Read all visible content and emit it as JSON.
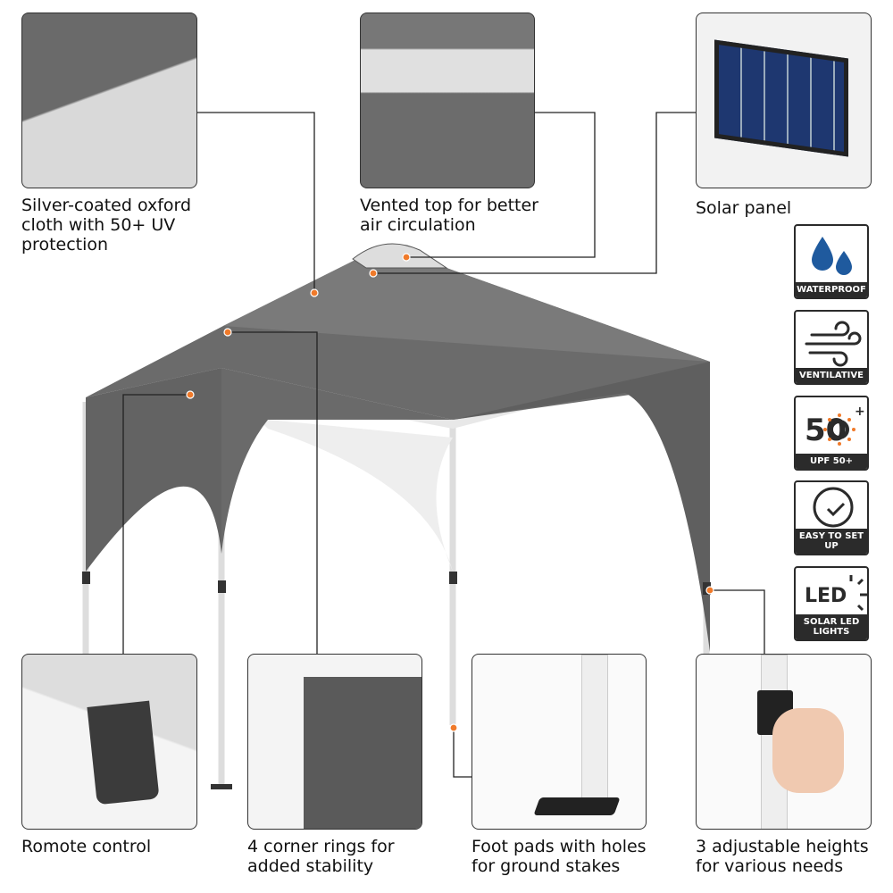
{
  "features": [
    {
      "id": "fabric",
      "caption": "Silver-coated oxford cloth with 50+ UV protection"
    },
    {
      "id": "vent",
      "caption": "Vented top for better air circulation"
    },
    {
      "id": "solar",
      "caption": "Solar panel"
    },
    {
      "id": "remote",
      "caption": "Romote control"
    },
    {
      "id": "rings",
      "caption": "4 corner rings for added stability"
    },
    {
      "id": "footpads",
      "caption": "Foot pads with holes for ground stakes"
    },
    {
      "id": "heights",
      "caption": "3 adjustable heights for various needs"
    }
  ],
  "badges": [
    {
      "icon": "water-drops-icon",
      "label": "WATERPROOF"
    },
    {
      "icon": "wind-icon",
      "label": "VENTILATIVE"
    },
    {
      "icon": "upf-sun-icon",
      "label": "UPF 50+",
      "icon_text": "50"
    },
    {
      "icon": "clock-icon",
      "label": "EASY TO SET UP"
    },
    {
      "icon": "led-icon",
      "label": "SOLAR LED LIGHTS",
      "icon_text": "LED"
    }
  ],
  "colors": {
    "canopy": "#6b6b6b",
    "accent": "#f07a2a",
    "water": "#1f5a9e",
    "dark": "#2b2b2b"
  }
}
